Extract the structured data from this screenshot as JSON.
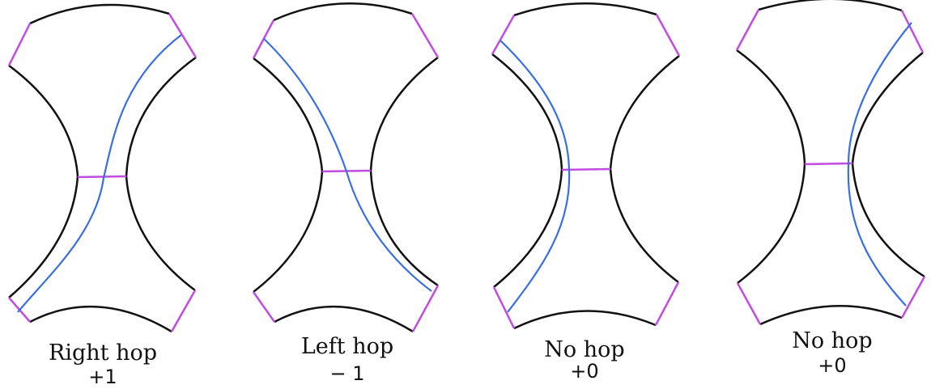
{
  "colors": {
    "outline": "#111111",
    "boundary": "#c24be0",
    "path": "#3a6fe0"
  },
  "panels": [
    {
      "caption": "Right hop",
      "value": "+1"
    },
    {
      "caption": "Left hop",
      "value": "− 1"
    },
    {
      "caption": "No hop",
      "value": "+0"
    },
    {
      "caption": "No hop",
      "value": "+0"
    }
  ]
}
